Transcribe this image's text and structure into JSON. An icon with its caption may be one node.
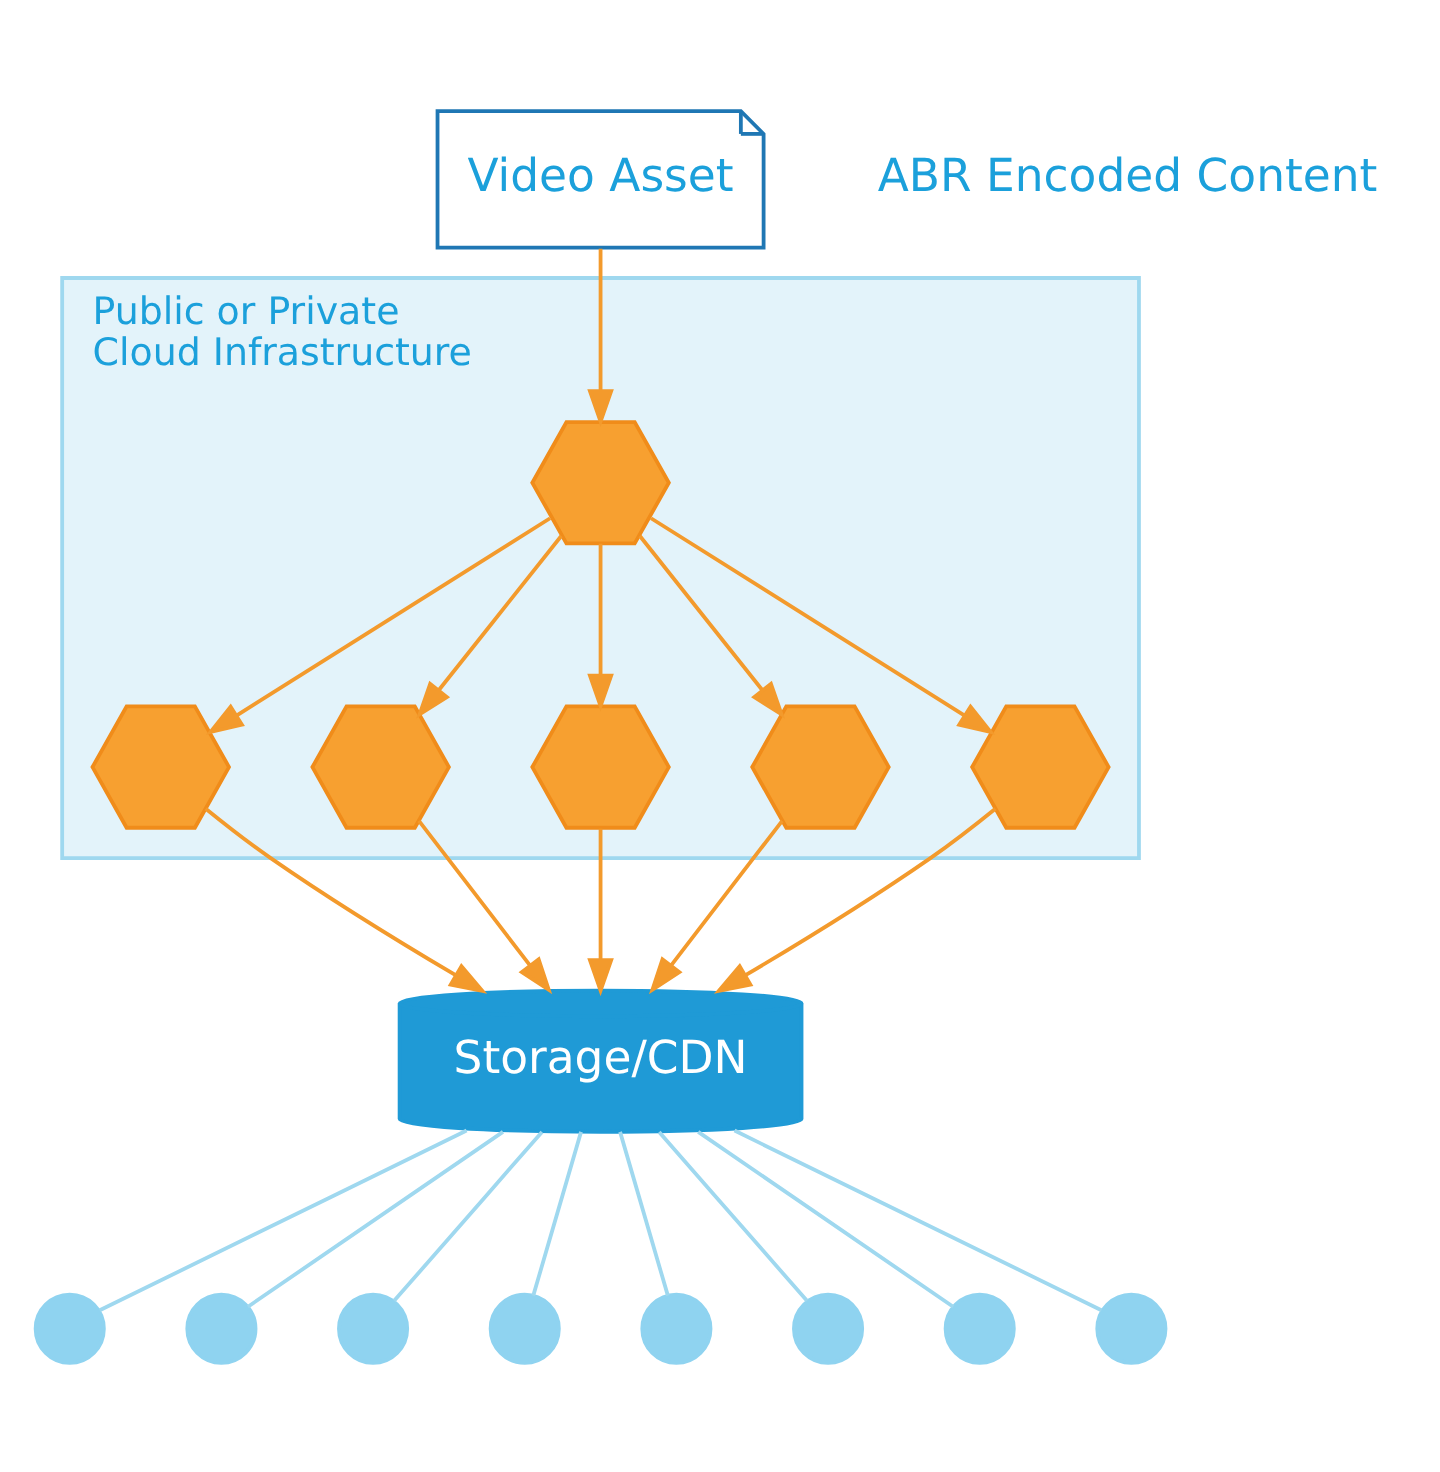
{
  "diagram": {
    "nodes": [
      {
        "text": [
          "Video Asset"
        ]
      },
      {
        "text": [
          "Public or Private Cloud Infrastructure"
        ]
      },
      {
        "text": [],
        "shape": "hexagon",
        "in": 1
      },
      {
        "text": [],
        "shape": "hexagon",
        "in": 1
      },
      {
        "text": [],
        "shape": "hexagon",
        "in": 1
      },
      {
        "text": [],
        "shape": "hexagon",
        "in": 1
      },
      {
        "text": [],
        "shape": "hexagon",
        "in": 1
      },
      {
        "text": [],
        "shape": "hexagon",
        "in": 1
      },
      {
        "text": [
          "Storage/CDN"
        ]
      },
      {
        "text": [],
        "shape": "circle"
      },
      {
        "text": [],
        "shape": "circle"
      },
      {
        "text": [],
        "shape": "circle"
      },
      {
        "text": [],
        "shape": "circle"
      },
      {
        "text": [],
        "shape": "circle"
      },
      {
        "text": [],
        "shape": "circle"
      },
      {
        "text": [],
        "shape": "circle"
      },
      {
        "text": [],
        "shape": "circle"
      }
    ],
    "edges": [
      {
        "from": 0,
        "to": 2,
        "arrow": "to"
      },
      {
        "from": 2,
        "to": 3,
        "arrow": "to"
      },
      {
        "from": 2,
        "to": 4,
        "arrow": "to"
      },
      {
        "from": 2,
        "to": 5,
        "arrow": "to"
      },
      {
        "from": 2,
        "to": 6,
        "arrow": "to"
      },
      {
        "from": 2,
        "to": 7,
        "arrow": "to"
      },
      {
        "from": 3,
        "to": 8,
        "arrow": "to"
      },
      {
        "from": 4,
        "to": 8,
        "arrow": "to"
      },
      {
        "from": 5,
        "to": 8,
        "arrow": "to"
      },
      {
        "from": 6,
        "to": 8,
        "arrow": "to"
      },
      {
        "from": 7,
        "to": 8,
        "arrow": "to"
      },
      {
        "from": 8,
        "to": 9,
        "arrow": "none",
        "color": "#9fd8ef"
      },
      {
        "from": 8,
        "to": 10,
        "arrow": "none",
        "color": "#9fd8ef"
      },
      {
        "from": 8,
        "to": 11,
        "arrow": "none",
        "color": "#9fd8ef"
      },
      {
        "from": 8,
        "to": 12,
        "arrow": "none",
        "color": "#9fd8ef"
      },
      {
        "from": 8,
        "to": 13,
        "arrow": "none",
        "color": "#9fd8ef"
      },
      {
        "from": 8,
        "to": 14,
        "arrow": "none",
        "color": "#9fd8ef"
      },
      {
        "from": 8,
        "to": 15,
        "arrow": "none",
        "color": "#9fd8ef"
      },
      {
        "from": 8,
        "to": 16,
        "arrow": "none",
        "color": "#9fd8ef"
      }
    ],
    "labels": [
      "ABR Encoded Content"
    ]
  }
}
